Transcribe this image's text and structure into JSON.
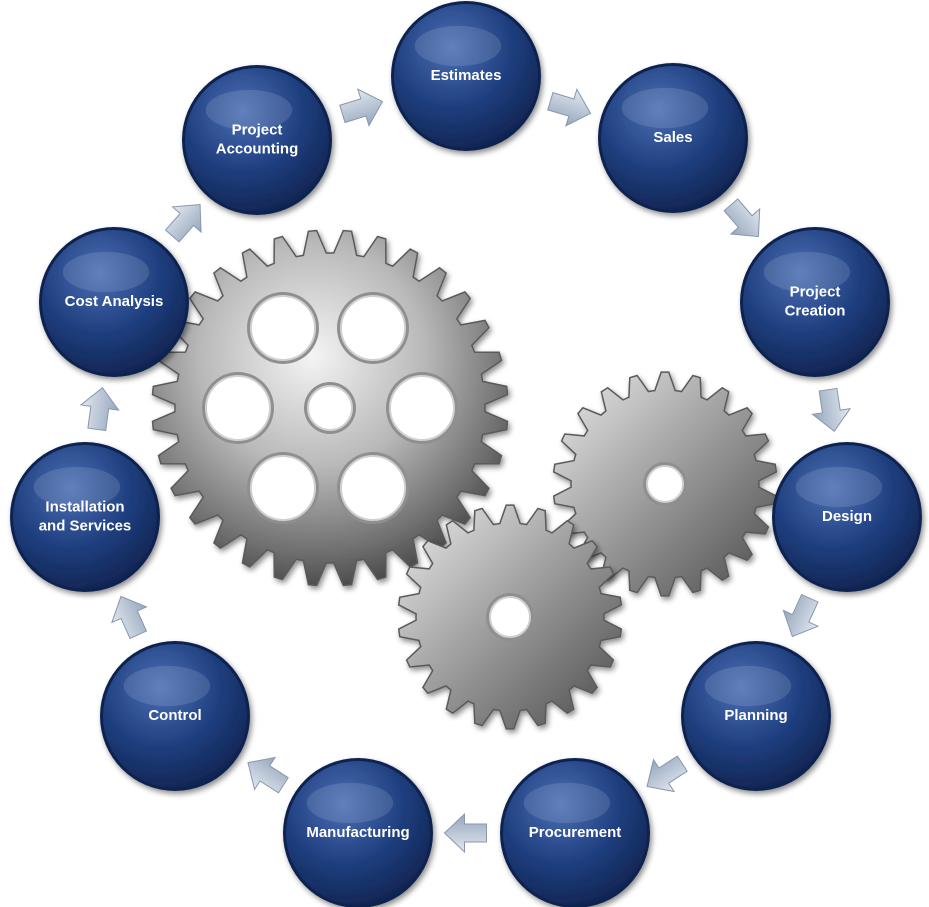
{
  "cycle": {
    "nodes": [
      {
        "id": "estimates",
        "lines": [
          "Estimates"
        ]
      },
      {
        "id": "sales",
        "lines": [
          "Sales"
        ]
      },
      {
        "id": "project-creation",
        "lines": [
          "Project",
          "Creation"
        ]
      },
      {
        "id": "design",
        "lines": [
          "Design"
        ]
      },
      {
        "id": "planning",
        "lines": [
          "Planning"
        ]
      },
      {
        "id": "procurement",
        "lines": [
          "Procurement"
        ]
      },
      {
        "id": "manufacturing",
        "lines": [
          "Manufacturing"
        ]
      },
      {
        "id": "control",
        "lines": [
          "Control"
        ]
      },
      {
        "id": "installation-and-services",
        "lines": [
          "Installation",
          "and Services"
        ]
      },
      {
        "id": "cost-analysis",
        "lines": [
          "Cost Analysis"
        ]
      },
      {
        "id": "project-accounting",
        "lines": [
          "Project",
          "Accounting"
        ]
      }
    ],
    "direction": "clockwise"
  },
  "colors": {
    "node_fill": "#1f3f7f",
    "node_highlight": "#4b6fb4",
    "node_shadow": "#0f2350",
    "arrow_fill": "#b8c6d8",
    "gear_light": "#f2f2f2",
    "gear_dark": "#4a4a4a"
  },
  "icons": [
    "large-gear-icon",
    "medium-gear-icon",
    "small-gear-icon",
    "arrow-icon"
  ]
}
